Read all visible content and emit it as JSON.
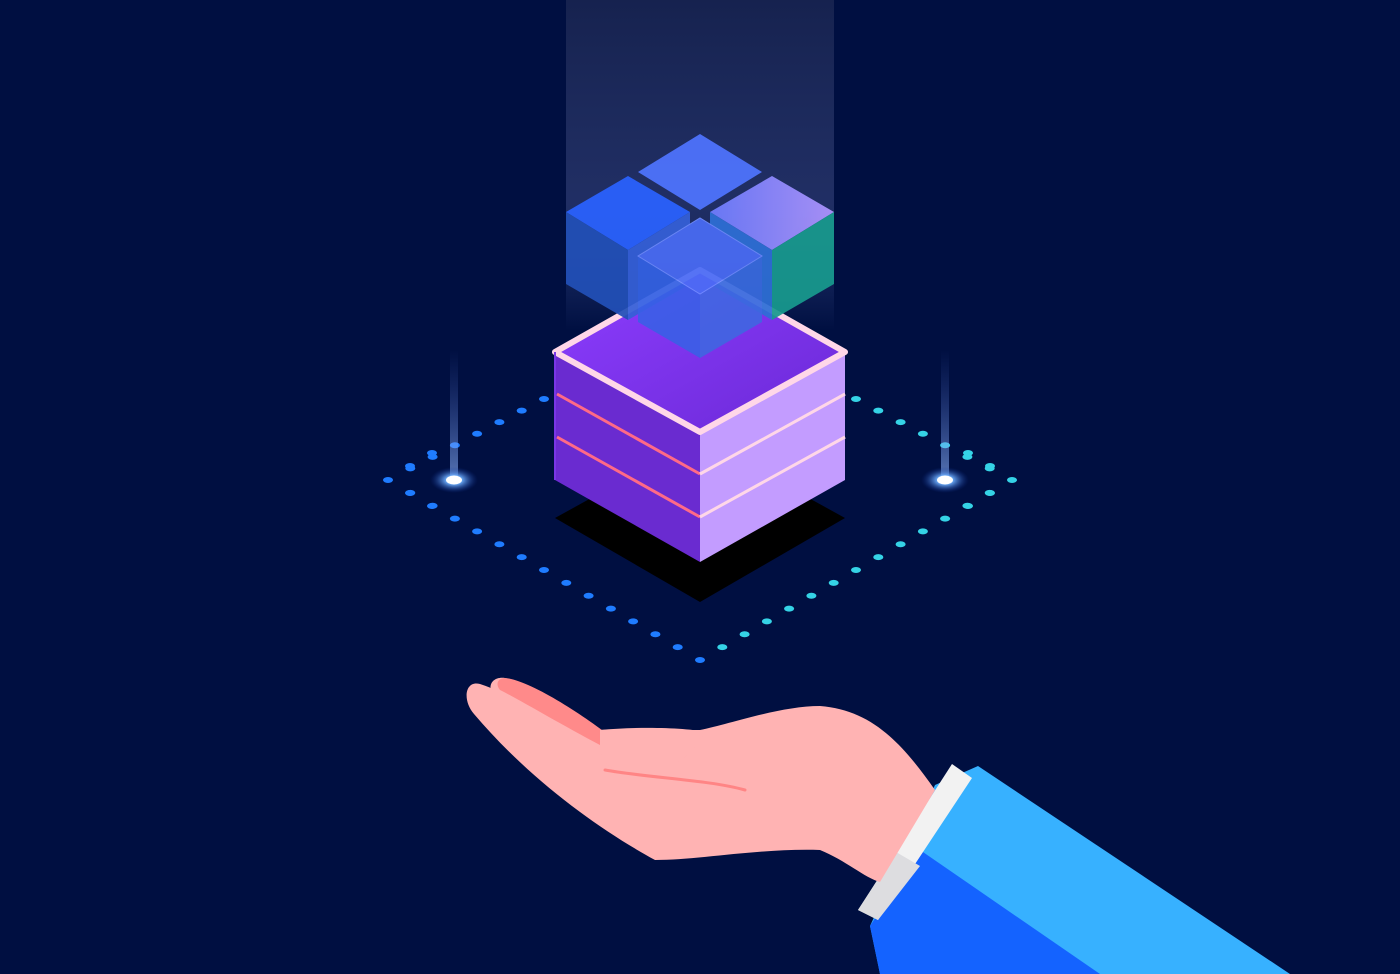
{
  "illustration": {
    "colors": {
      "background": "#000f41",
      "beam": "#3a4f8c",
      "cube_top": "#8b3dff",
      "cube_left": "#6a2bd0",
      "cube_right": "#c29dff",
      "cube_outline": "#ffd7e8",
      "cube_stripe": "#ff6f8a",
      "block_blue": "#2a6bff",
      "block_teal": "#1d8a96",
      "block_violet": "#9a8dff",
      "dot_blue": "#1f7cff",
      "dot_cyan": "#35d3e6",
      "hand_skin": "#ffb3b3",
      "hand_shadow": "#ff8a8a",
      "sleeve_light": "#37b1ff",
      "sleeve_dark": "#1463ff",
      "cuff": "#f2f2f2"
    },
    "icons": [
      "platform-dots",
      "data-cube",
      "modular-blocks",
      "open-hand",
      "light-beam"
    ]
  }
}
